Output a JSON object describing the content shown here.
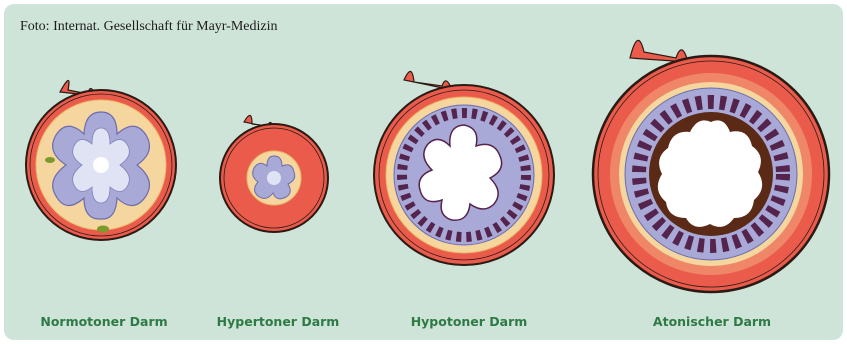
{
  "photo_credit": "Foto: Internat. Gesellschaft für Mayr-Medizin",
  "colors": {
    "background": "#cfe4d8",
    "outer_wall": "#ea5b4c",
    "wall_band": "#f08668",
    "submucosa": "#f5d69e",
    "mucosa": "#a9a9d8",
    "villi_dark": "#55244d",
    "lumen_dark": "#5a2a17",
    "label": "#2e7a45"
  },
  "labels": [
    "Normotoner Darm",
    "Hypertoner Darm",
    "Hypotoner Darm",
    "Atonischer Darm"
  ]
}
